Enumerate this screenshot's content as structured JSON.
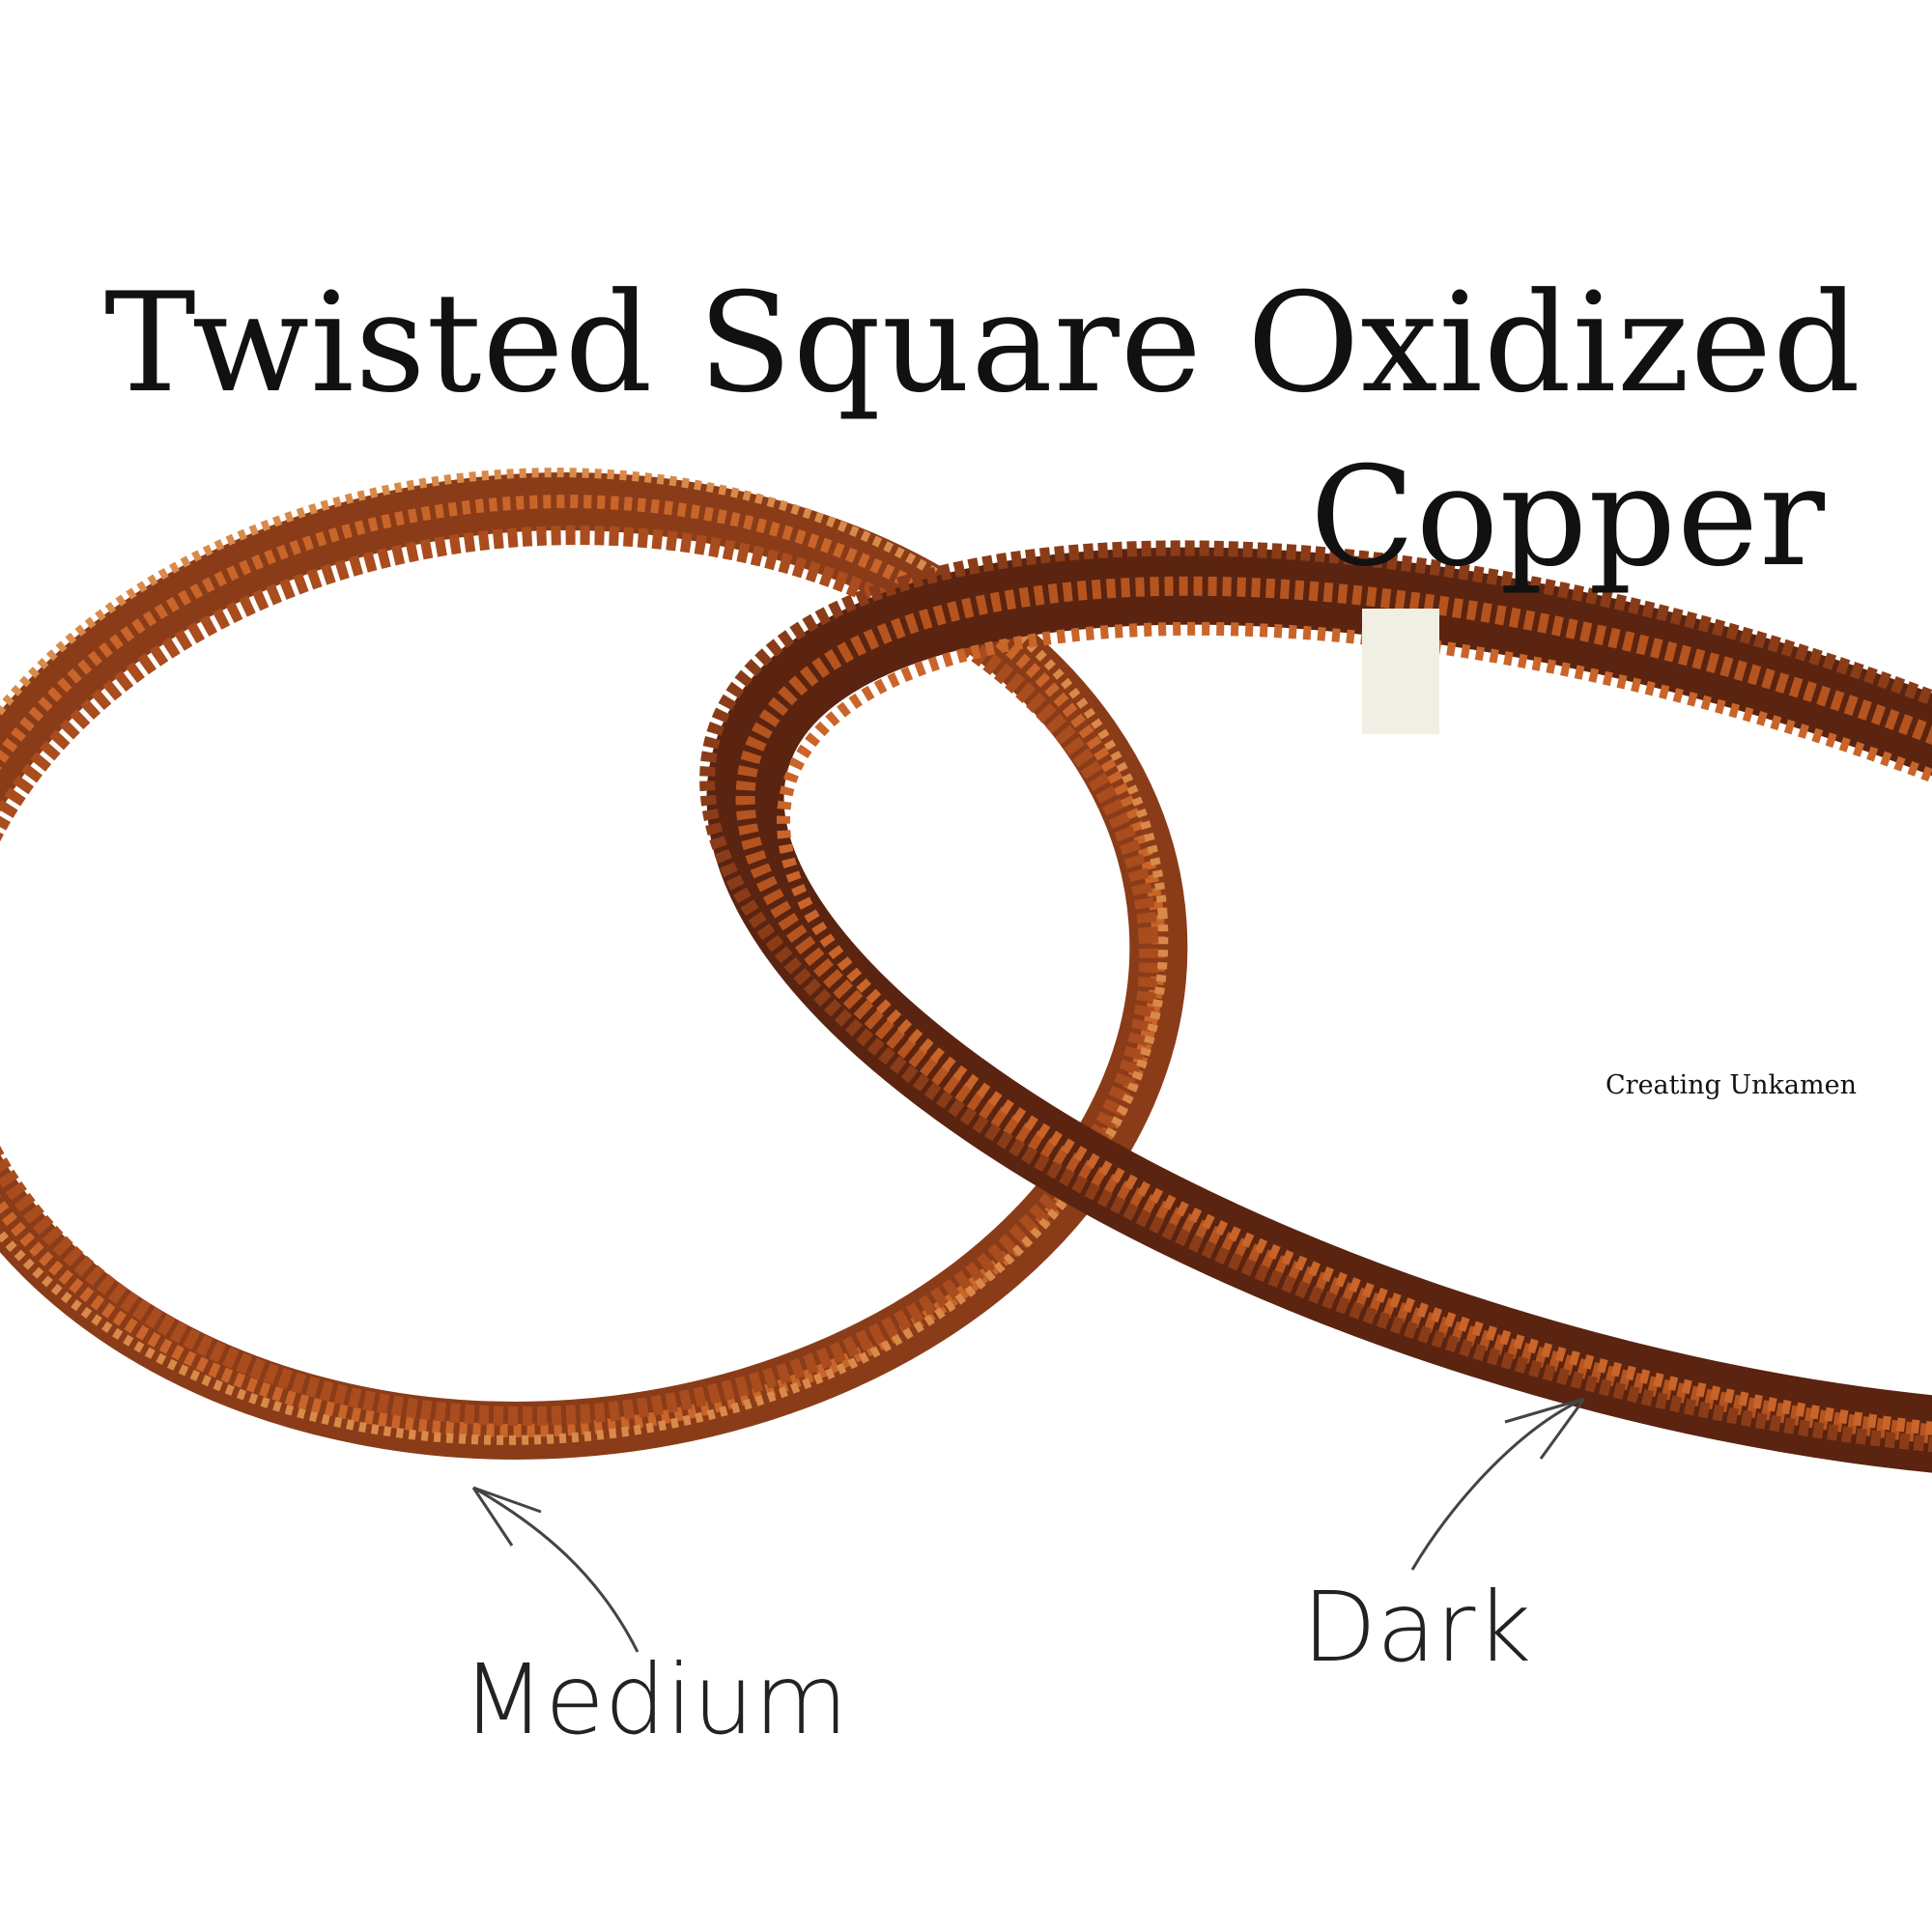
{
  "title": {
    "line1": "Twisted Square Oxidized",
    "line2": "Copper"
  },
  "labels": {
    "medium": "Medium",
    "dark": "Dark"
  },
  "watermark": "Creating Unkamen",
  "colors": {
    "copper": "#b5541f",
    "copper_dark": "#5a2410",
    "copper_light": "#d98a4a"
  }
}
